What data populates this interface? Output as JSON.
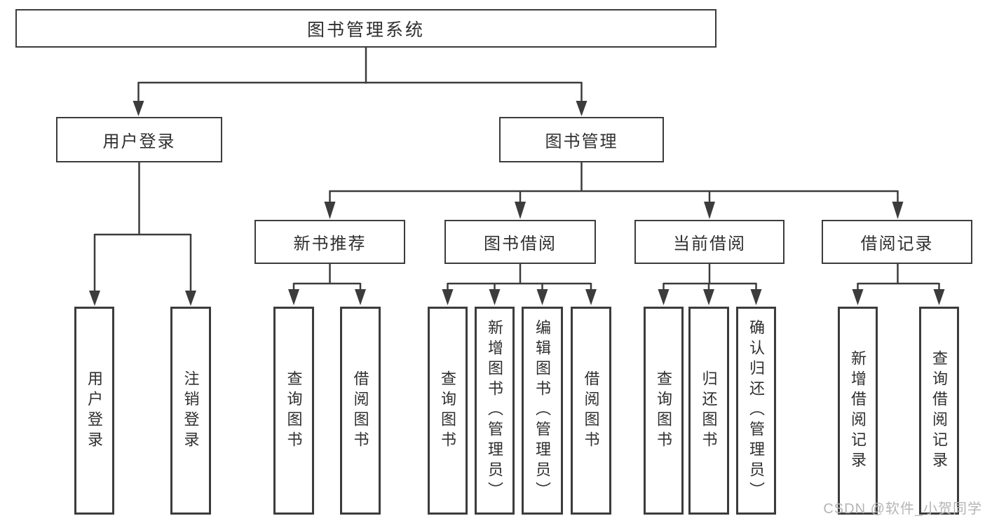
{
  "tree": {
    "root": {
      "label": "图书管理系统"
    },
    "children": [
      {
        "label": "用户登录",
        "children": [
          {
            "label": "用户登录"
          },
          {
            "label": "注销登录"
          }
        ]
      },
      {
        "label": "图书管理",
        "children": [
          {
            "label": "新书推荐",
            "children": [
              {
                "label": "查询图书"
              },
              {
                "label": "借阅图书"
              }
            ]
          },
          {
            "label": "图书借阅",
            "children": [
              {
                "label": "查询图书"
              },
              {
                "label": "新增图书（管理员）"
              },
              {
                "label": "编辑图书（管理员）"
              },
              {
                "label": "借阅图书"
              }
            ]
          },
          {
            "label": "当前借阅",
            "children": [
              {
                "label": "查询图书"
              },
              {
                "label": "归还图书"
              },
              {
                "label": "确认归还（管理员）"
              }
            ]
          },
          {
            "label": "借阅记录",
            "children": [
              {
                "label": "新增借阅记录"
              },
              {
                "label": "查询借阅记录"
              }
            ]
          }
        ]
      }
    ]
  },
  "watermark": "CSDN @软件_小贺同学",
  "colors": {
    "line": "#3c3c3c",
    "text": "#2f2f2f",
    "watermark": "#b5b5b5",
    "background": "#ffffff"
  }
}
